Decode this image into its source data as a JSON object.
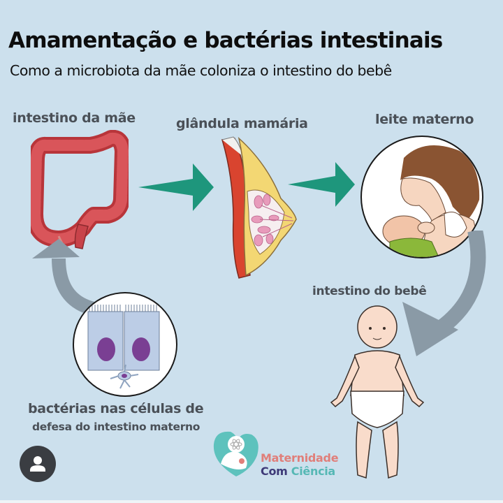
{
  "header": {
    "title": "Amamentação e bactérias intestinais",
    "subtitle": "Como a microbiota da mãe coloniza o intestino do bebê"
  },
  "steps": [
    {
      "id": "mom-gut",
      "label": "intestino da mãe",
      "icon": "large-intestine-illustration"
    },
    {
      "id": "mammary-gland",
      "label": "glândula mamária",
      "icon": "breast-cross-section-illustration"
    },
    {
      "id": "breast-milk",
      "label": "leite materno",
      "icon": "mother-breastfeeding-illustration"
    },
    {
      "id": "baby-gut",
      "label": "intestino do bebê",
      "icon": "baby-illustration"
    },
    {
      "id": "defense-cells",
      "label_line1": "bactérias nas células de",
      "label_line2": "defesa do intestino materno",
      "icon": "intestinal-epithelial-cells-illustration"
    }
  ],
  "arrows": [
    {
      "from": "mom-gut",
      "to": "mammary-gland",
      "color": "#1e967c",
      "icon": "arrow-right-icon"
    },
    {
      "from": "mammary-gland",
      "to": "breast-milk",
      "color": "#1e967c",
      "icon": "arrow-right-icon"
    },
    {
      "from": "breast-milk",
      "to": "baby-gut",
      "color": "#8a9aa6",
      "icon": "curved-arrow-down-icon"
    },
    {
      "from": "defense-cells",
      "to": "mom-gut",
      "color": "#8a9aa6",
      "icon": "curved-arrow-up-icon"
    }
  ],
  "brand": {
    "line1": "Maternidade",
    "line2_a": "Com",
    "line2_b": "Ciência",
    "colors": {
      "teal": "#56b8b5",
      "coral": "#e07f7a",
      "indigo": "#3e3a78"
    }
  },
  "overlay": {
    "avatar_icon": "user-avatar-icon"
  },
  "colors": {
    "background": "#cce0ed",
    "green_arrow": "#1e967c",
    "gray_arrow": "#8a9aa6",
    "label_text": "#4a5057"
  }
}
